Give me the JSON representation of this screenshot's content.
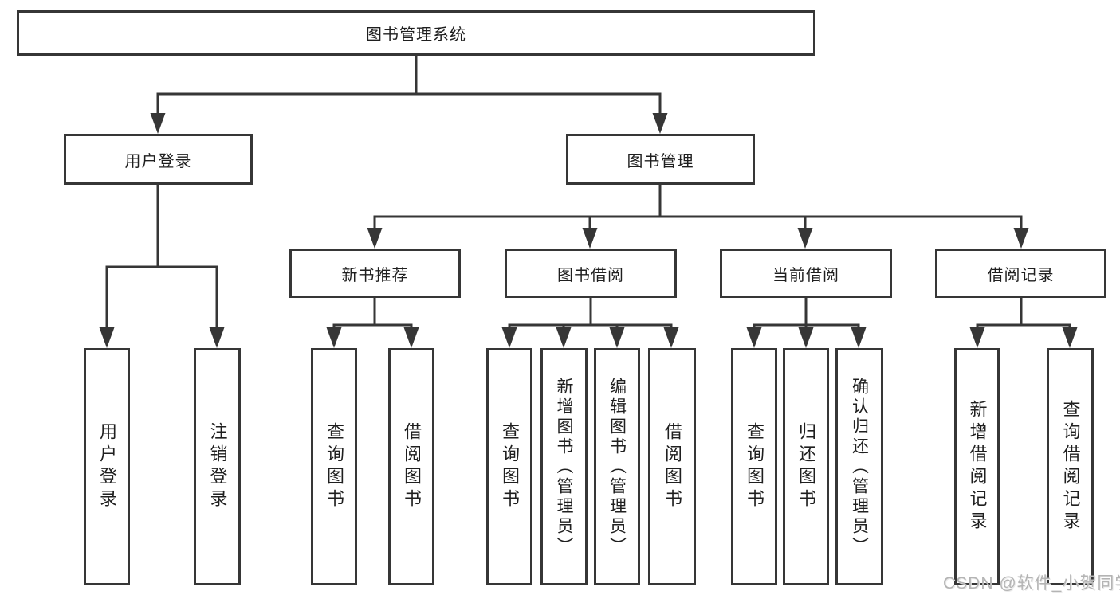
{
  "nodes": {
    "root": "图书管理系统",
    "userLogin": "用户登录",
    "bookMgmt": "图书管理",
    "newBookRec": "新书推荐",
    "bookBorrow": "图书借阅",
    "currentBorrow": "当前借阅",
    "borrowRecords": "借阅记录"
  },
  "leaves": {
    "userLoginLeaf": "用户登录",
    "logout": "注销登录",
    "queryBooks1": "查询图书",
    "borrowBooks1": "借阅图书",
    "queryBooks2": "查询图书",
    "addBookAdmin": "新增图书（管理员）",
    "editBookAdmin": "编辑图书（管理员）",
    "borrowBooks2": "借阅图书",
    "queryBooks3": "查询图书",
    "returnBook": "归还图书",
    "confirmReturnAdmin": "确认归还（管理员）",
    "addBorrowRecord": "新增借阅记录",
    "queryBorrowRecord": "查询借阅记录"
  },
  "watermark": "CSDN @软件_小贺同学",
  "colors": {
    "line": "#363636",
    "box_border": "#363636",
    "text": "#1f1f1f",
    "watermark": "#b4b4b4",
    "background": "#ffffff"
  }
}
